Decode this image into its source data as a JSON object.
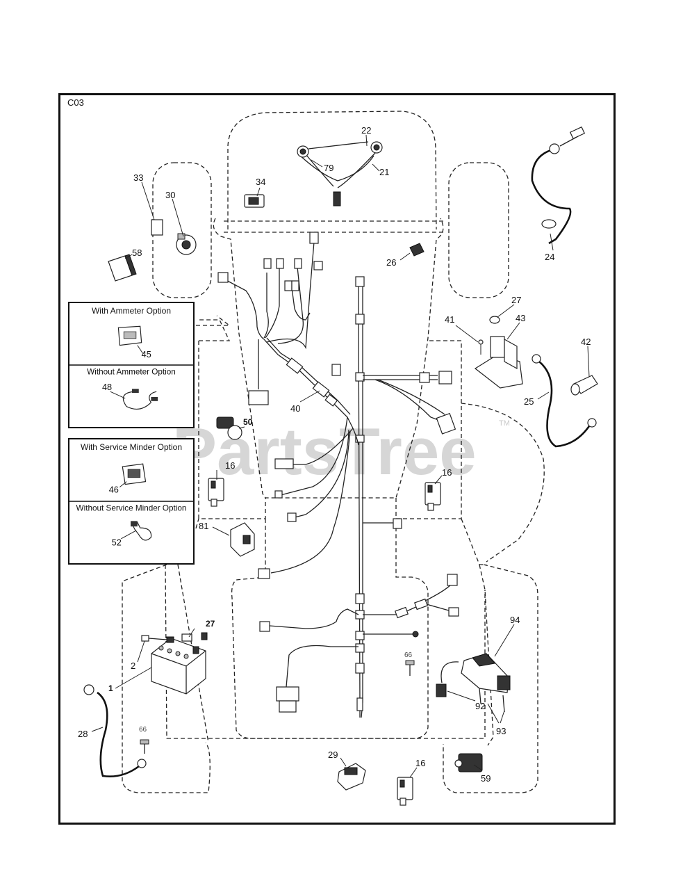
{
  "diagram": {
    "section_code": "C03",
    "watermark": "PartsTree",
    "watermark_tm": "TM"
  },
  "option_panels": [
    {
      "title": "With Ammeter Option",
      "part": "45"
    },
    {
      "title": "Without Ammeter Option",
      "part": "48"
    },
    {
      "title": "With Service Minder Option",
      "part": "46"
    },
    {
      "title": "Without Service Minder Option",
      "part": "52"
    }
  ],
  "callouts": {
    "p1": "1",
    "p2": "2",
    "p16a": "16",
    "p16b": "16",
    "p16c": "16",
    "p21": "21",
    "p22": "22",
    "p24": "24",
    "p25": "25",
    "p26": "26",
    "p27a": "27",
    "p27b": "27",
    "p28": "28",
    "p29": "29",
    "p30": "30",
    "p33": "33",
    "p34": "34",
    "p40": "40",
    "p41": "41",
    "p42": "42",
    "p43": "43",
    "p50": "50",
    "p58": "58",
    "p59": "59",
    "p66a": "66",
    "p66b": "66",
    "p79": "79",
    "p81": "81",
    "p92": "92",
    "p93": "93",
    "p94": "94"
  }
}
